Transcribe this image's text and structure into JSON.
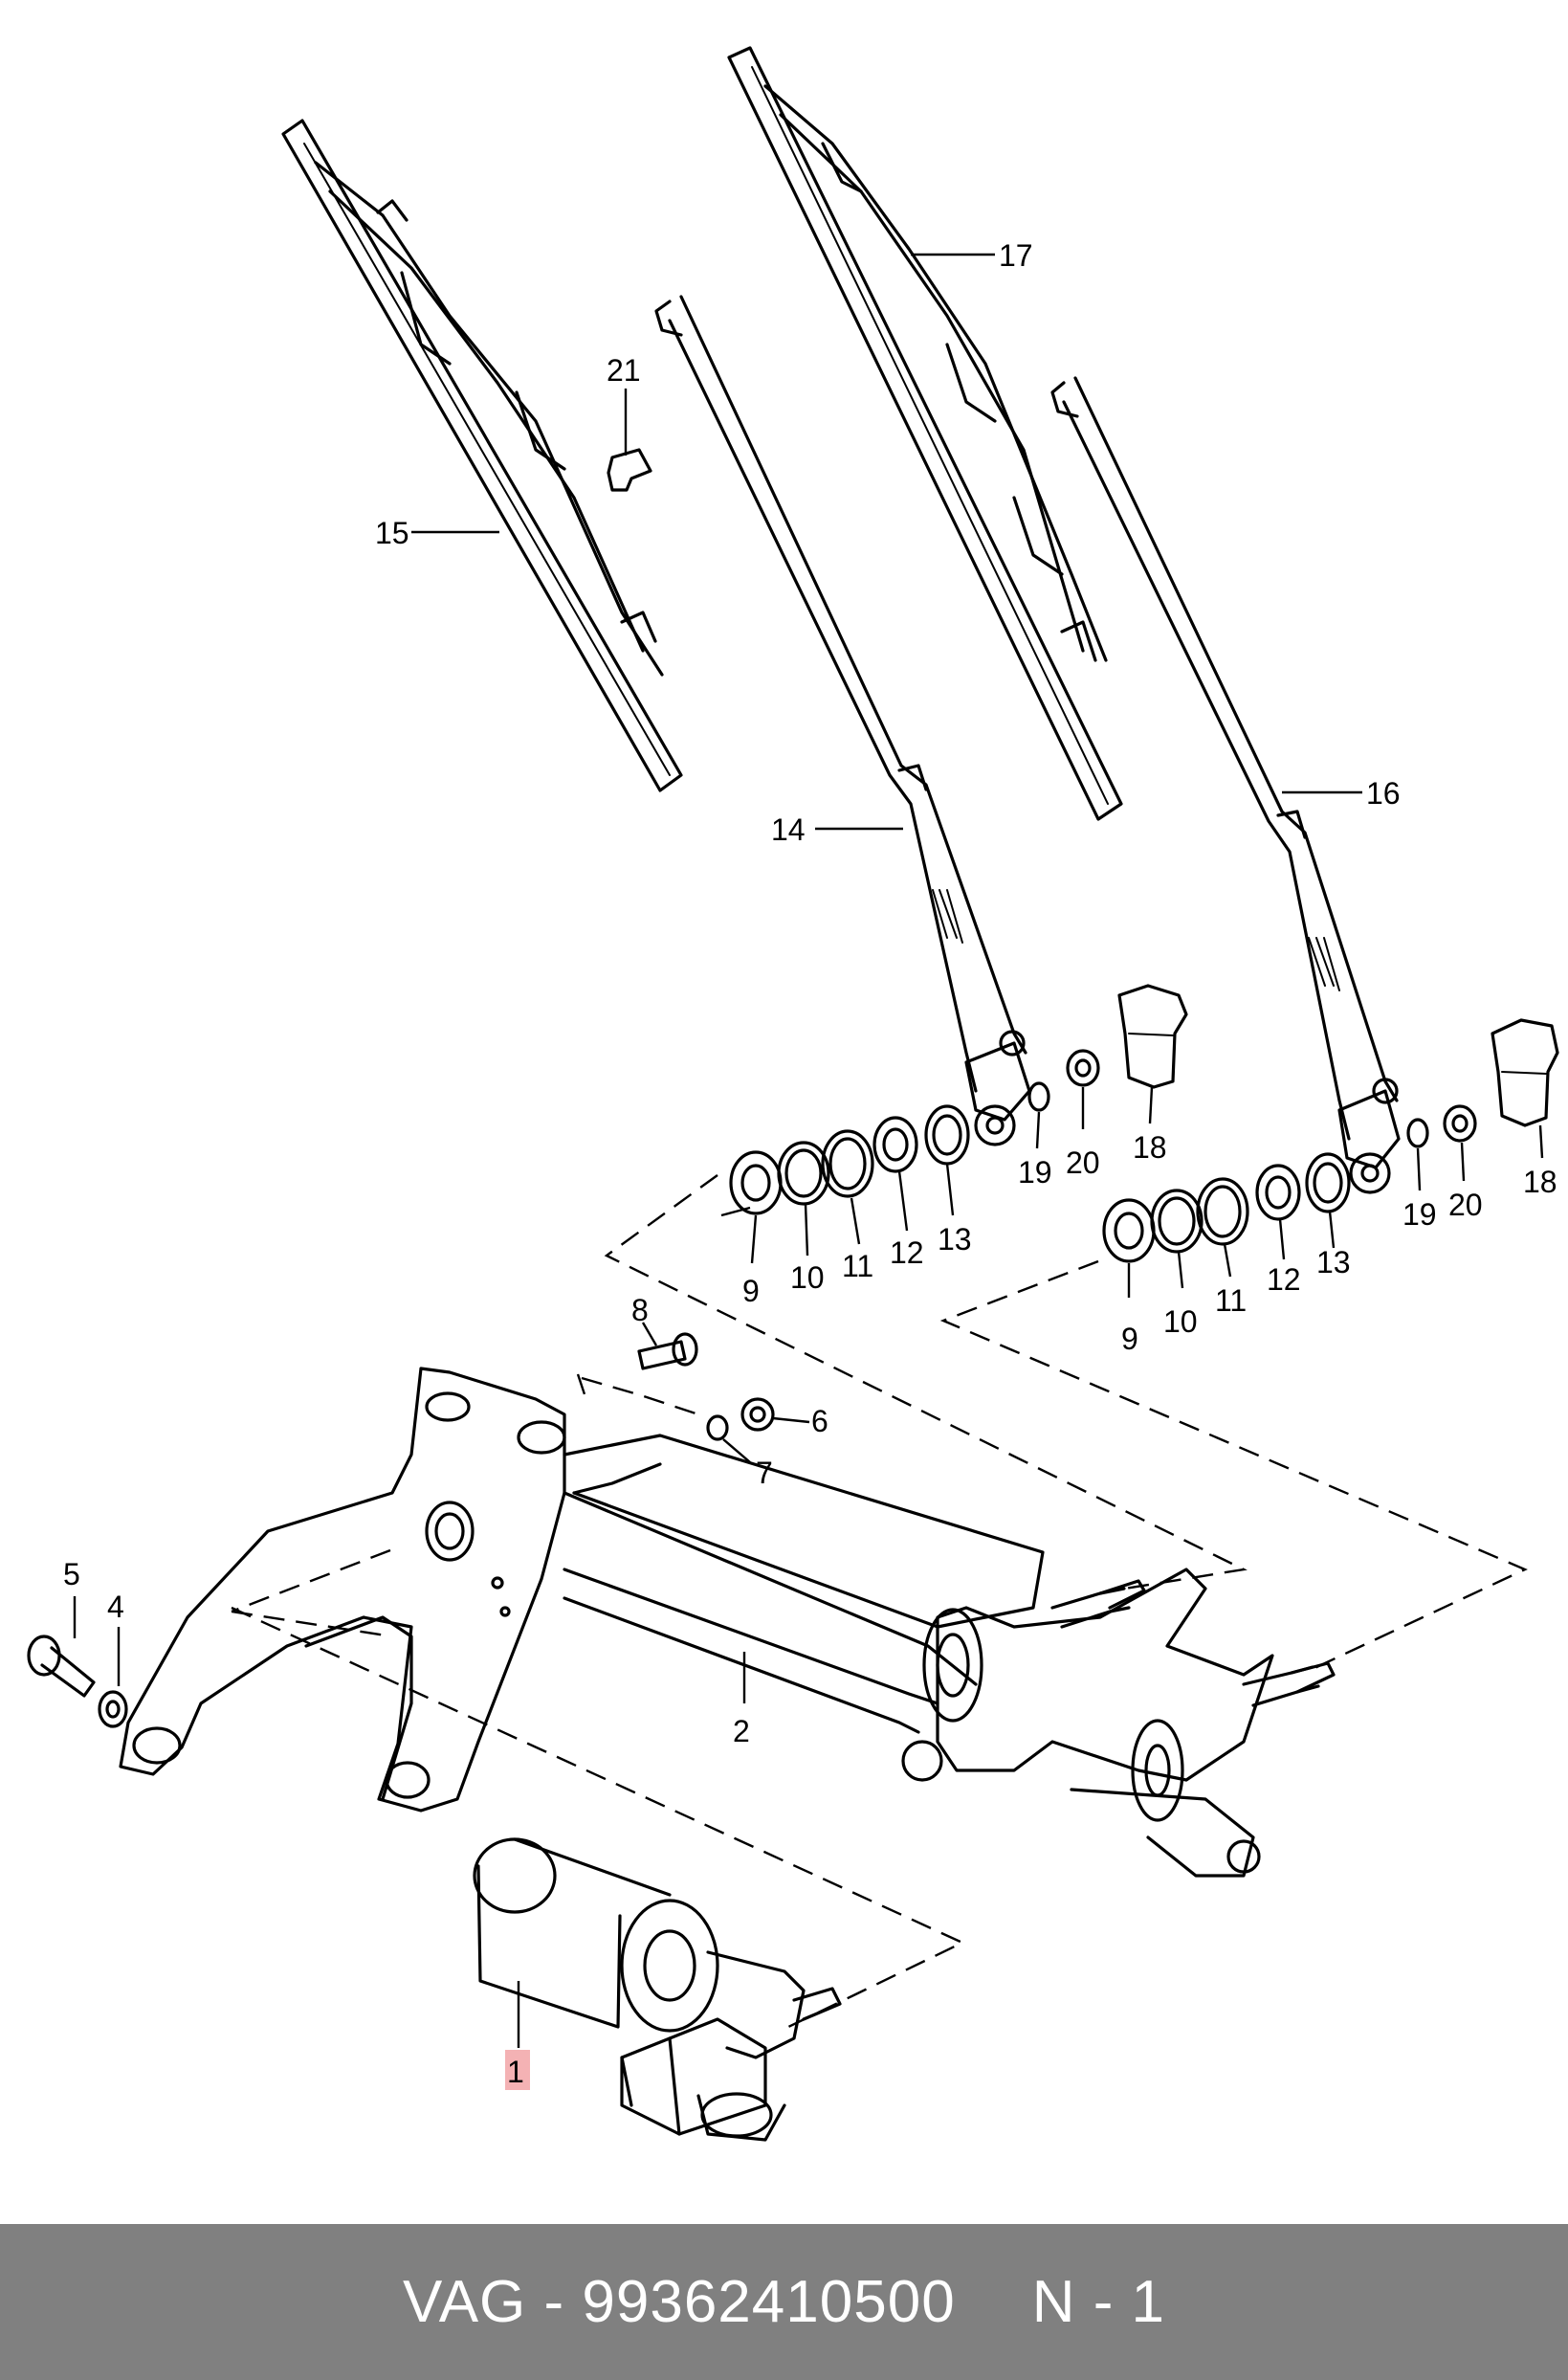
{
  "diagram": {
    "labels": {
      "p1": "1",
      "p2": "2",
      "p4": "4",
      "p5": "5",
      "p6": "6",
      "p7": "7",
      "p8": "8",
      "p9": "9",
      "p9b": "9",
      "p10": "10",
      "p10b": "10",
      "p11": "11",
      "p11b": "11",
      "p12": "12",
      "p12b": "12",
      "p13": "13",
      "p13b": "13",
      "p14": "14",
      "p15": "15",
      "p16": "16",
      "p17": "17",
      "p18": "18",
      "p18b": "18",
      "p19": "19",
      "p19b": "19",
      "p20": "20",
      "p20b": "20",
      "p21": "21"
    },
    "highlight_color": "#f4b2b4"
  },
  "footer": {
    "part_ref": "VAG - 99362410500",
    "position": "N - 1"
  }
}
